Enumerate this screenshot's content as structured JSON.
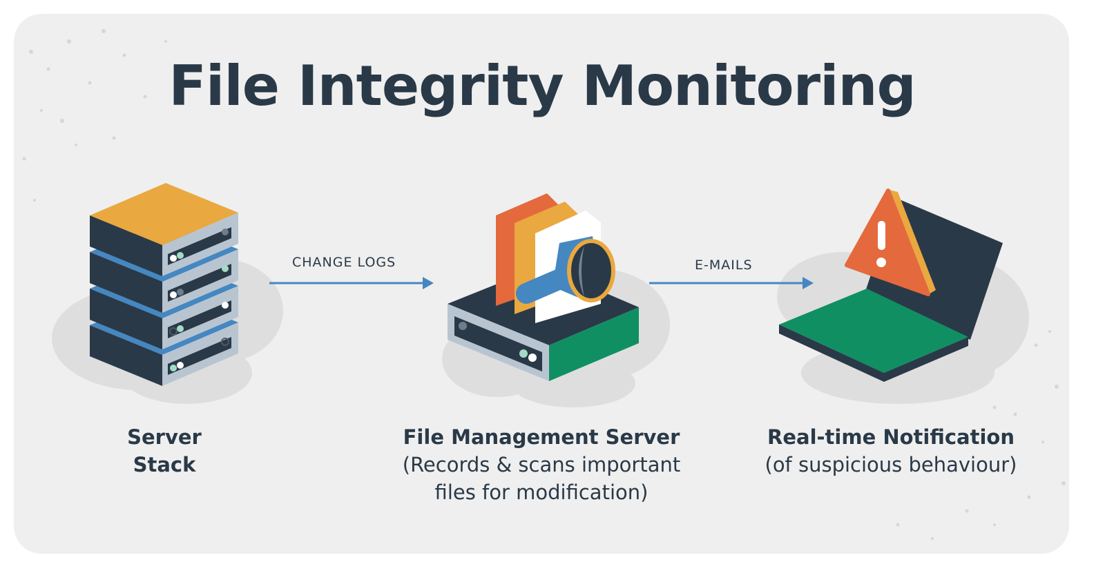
{
  "title": "File Integrity Monitoring",
  "arrows": [
    {
      "label": "CHANGE LOGS"
    },
    {
      "label": "E-MAILS"
    }
  ],
  "nodes": [
    {
      "title_line1": "Server",
      "title_line2": "Stack"
    },
    {
      "title": "File Management Server",
      "desc_line1": "(Records & scans important",
      "desc_line2": "files for modification)"
    },
    {
      "title": "Real-time Notification",
      "desc": "(of suspicious behaviour)"
    }
  ],
  "colors": {
    "dark": "#2a3947",
    "orange": "#eaa840",
    "blue": "#4587c1",
    "red": "#e4693d",
    "green": "#108f63",
    "background": "#efefef"
  }
}
